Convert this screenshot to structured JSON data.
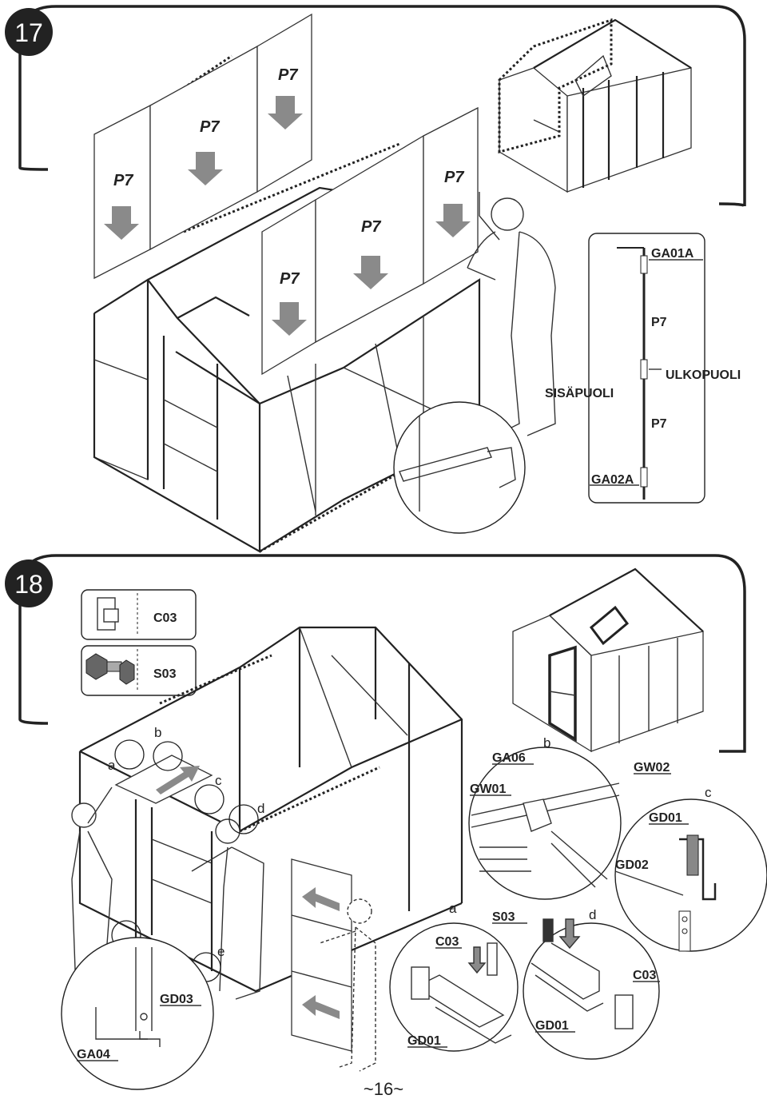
{
  "steps": [
    {
      "number": "17",
      "panel_label": "P7",
      "section_diagram": {
        "top": "GA01A",
        "upper_panel": "P7",
        "inside": "SISÄPUOLI",
        "outside": "ULKOPUOLI",
        "lower_panel": "P7",
        "bottom": "GA02A"
      }
    },
    {
      "number": "18",
      "legend": [
        {
          "code": "C03",
          "icon": "end-cap-icon"
        },
        {
          "code": "S03",
          "icon": "bolt-nut-icon"
        }
      ],
      "markers": {
        "a": "a",
        "b": "b",
        "c": "c",
        "d": "d",
        "e": "e"
      },
      "detail_b": {
        "letter": "b",
        "parts": [
          "GA06",
          "GW01",
          "GW02"
        ]
      },
      "detail_c": {
        "letter": "c",
        "parts": [
          "GD01",
          "GD02"
        ]
      },
      "detail_a": {
        "letter": "a",
        "parts": [
          "S03",
          "C03",
          "GD01"
        ]
      },
      "detail_d": {
        "letter": "d",
        "parts": [
          "C03",
          "GD01"
        ]
      },
      "detail_e": {
        "parts": [
          "GD03",
          "GA04"
        ]
      }
    }
  ],
  "page_number": "~16~"
}
